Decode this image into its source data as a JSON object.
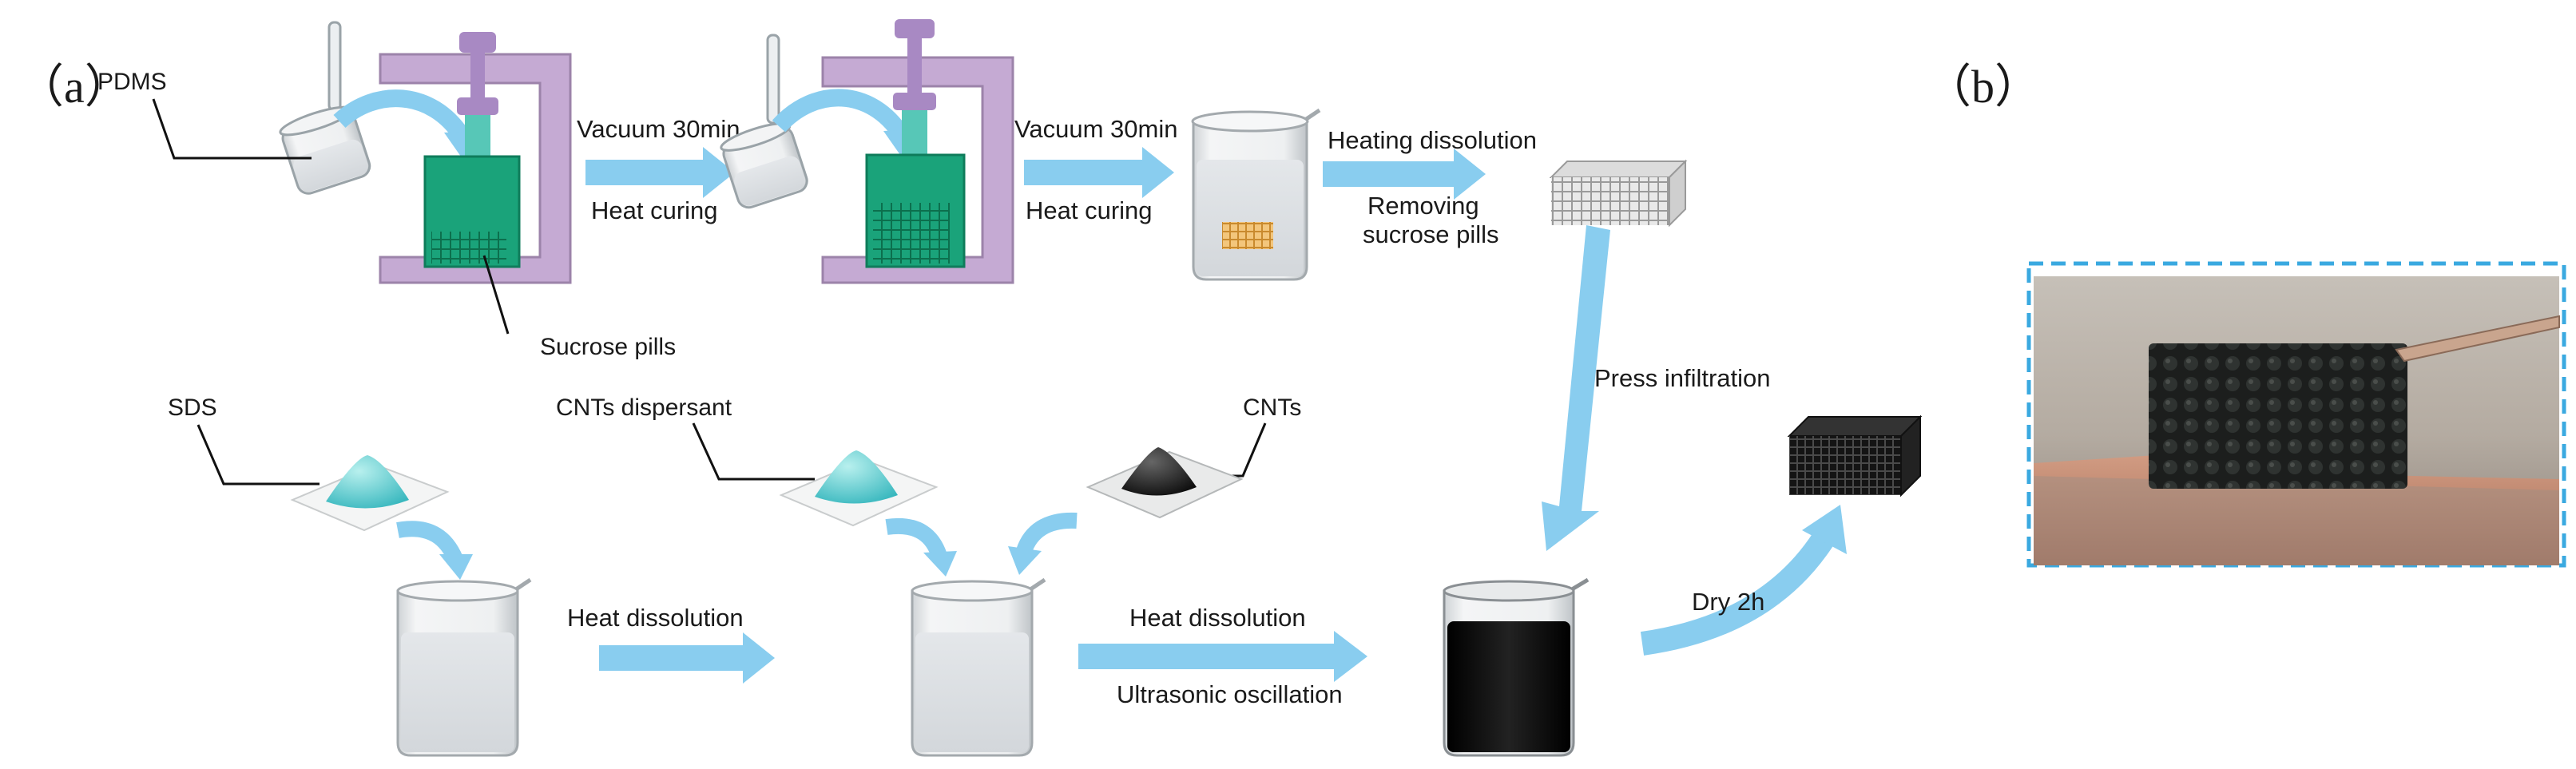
{
  "panels": {
    "a": {
      "label": "（a）"
    },
    "b": {
      "label": "（b）"
    }
  },
  "labels": {
    "pdms": "PDMS",
    "sucrose_pills": "Sucrose pills",
    "sds": "SDS",
    "cnts_dispersant": "CNTs dispersant",
    "cnts": "CNTs"
  },
  "steps": {
    "vacuum_1": "Vacuum 30min",
    "heat_curing_1": "Heat curing",
    "vacuum_2": "Vacuum 30min",
    "heat_curing_2": "Heat curing",
    "heating_dissolution": "Heating dissolution",
    "removing_sucrose_line1": "Removing",
    "removing_sucrose_line2": "sucrose pills",
    "press_infiltration": "Press infiltration",
    "heat_dissolution_1": "Heat dissolution",
    "heat_dissolution_2": "Heat dissolution",
    "ultrasonic_oscillation": "Ultrasonic oscillation",
    "dry": "Dry  2h"
  },
  "colors": {
    "arrow": "#89cdef",
    "clamp": "#c5aad3",
    "mold": "#1aa37a",
    "photo_border": "#3aa9e0",
    "cnt_black": "#111111",
    "sds_cyan": "#7dd6d6"
  }
}
